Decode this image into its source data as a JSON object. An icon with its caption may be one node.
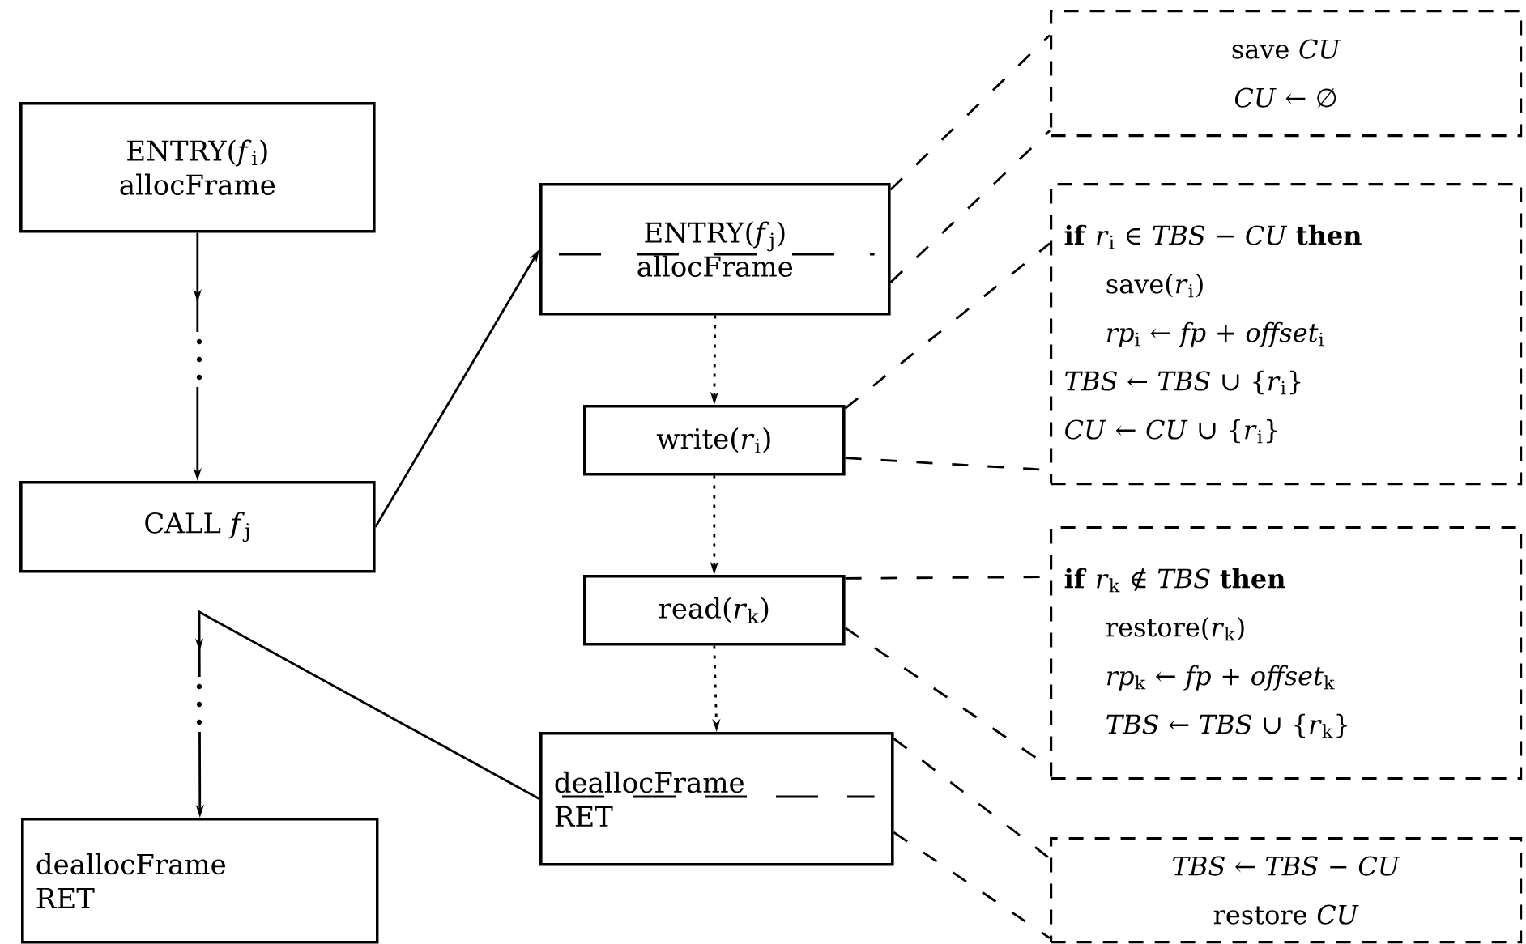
{
  "diagram": {
    "nodes": [
      {
        "text": [
          "ENTRY(*f*$_{i}$)",
          "allocFrame"
        ]
      },
      {
        "text": [
          "CALL *f*$_{j}$"
        ]
      },
      {
        "text": [
          "deallocFrame",
          "RET"
        ]
      },
      {
        "text": [
          "ENTRY(*f*$_{j}$)",
          "allocFrame"
        ]
      },
      {
        "text": [
          "write(*r*$_{i}$)"
        ]
      },
      {
        "text": [
          "read(*r*$_{k}$)"
        ]
      },
      {
        "text": [
          "deallocFrame",
          "RET"
        ]
      },
      {
        "text": [
          "save *CU*",
          "*CU* ← ∅"
        ]
      },
      {
        "text": [
          "**if** *r*$_{i}$ ∈ *TBS* − *CU* **then**",
          "save(*r*$_{i}$)",
          "*rp*$_{i}$ ← *fp* + *offset*$_{i}$",
          "*TBS* ← *TBS* ∪ {*r*$_{i}$}",
          "*CU* ← *CU* ∪ {*r*$_{i}$}"
        ]
      },
      {
        "text": [
          "**if** *r*$_{k}$ ∉ *TBS* **then**",
          "restore(*r*$_{k}$)",
          "*rp*$_{k}$ ← *fp* + *offset*$_{k}$",
          "*TBS* ← *TBS* ∪ {*r*$_{k}$}"
        ]
      },
      {
        "text": [
          "*TBS* ← *TBS* − *CU*",
          "restore *CU*"
        ]
      }
    ],
    "edges": [
      {
        "from": 0,
        "to": 1,
        "arrow": "to"
      },
      {
        "from": 1,
        "to": 3,
        "arrow": "to"
      },
      {
        "from": 3,
        "to": 4,
        "arrow": "to",
        "style": "dashed"
      },
      {
        "from": 4,
        "to": 5,
        "arrow": "to",
        "style": "dashed"
      },
      {
        "from": 5,
        "to": 6,
        "arrow": "to",
        "style": "dashed"
      },
      {
        "from": 6,
        "to": 2,
        "arrow": "to"
      },
      {
        "from": 3,
        "to": 7,
        "arrow": "none",
        "style": "dashed"
      },
      {
        "from": 3,
        "to": 7,
        "arrow": "none",
        "style": "dashed"
      },
      {
        "from": 4,
        "to": 8,
        "arrow": "none",
        "style": "dashed"
      },
      {
        "from": 4,
        "to": 8,
        "arrow": "none",
        "style": "dashed"
      },
      {
        "from": 5,
        "to": 9,
        "arrow": "none",
        "style": "dashed"
      },
      {
        "from": 5,
        "to": 9,
        "arrow": "none",
        "style": "dashed"
      },
      {
        "from": 6,
        "to": 10,
        "arrow": "none",
        "style": "dashed"
      },
      {
        "from": 6,
        "to": 10,
        "arrow": "none",
        "style": "dashed"
      }
    ]
  }
}
